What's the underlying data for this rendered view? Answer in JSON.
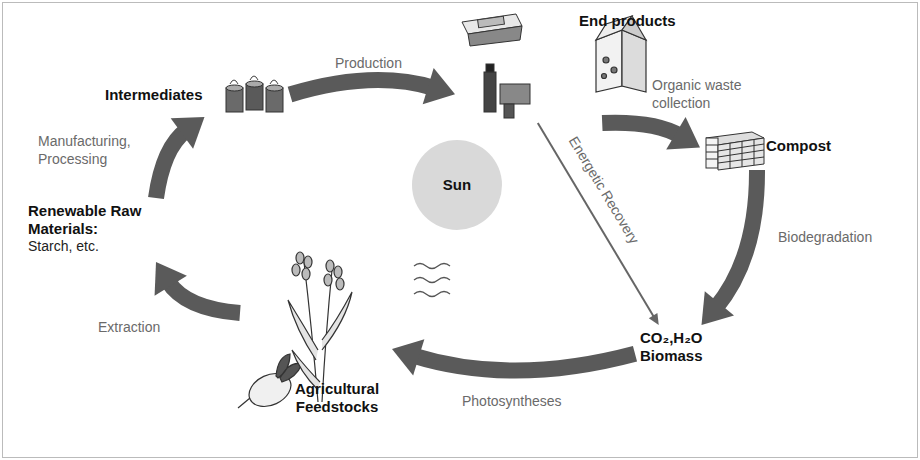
{
  "diagram": {
    "nodes": [
      {
        "text": [
          "Intermediates"
        ]
      },
      {
        "text": [
          "End products"
        ]
      },
      {
        "text": [
          "Compost"
        ]
      },
      {
        "text": [
          "CO₂,H₂O Biomass"
        ]
      },
      {
        "text": [
          "Agricultural Feedstocks"
        ]
      },
      {
        "text": [
          "Renewable Raw Materials:",
          "Starch, etc."
        ]
      },
      {
        "text": [
          "Sun"
        ]
      }
    ],
    "edges": [
      {
        "from": 0,
        "to": 1,
        "label": "Production",
        "arrow": "to"
      },
      {
        "from": 1,
        "to": 2,
        "label": "Organic waste collection",
        "arrow": "to"
      },
      {
        "from": 2,
        "to": 3,
        "label": "Biodegradation",
        "arrow": "to"
      },
      {
        "from": 1,
        "to": 3,
        "label": "Energetic Recovery",
        "arrow": "to"
      },
      {
        "from": 3,
        "to": 4,
        "label": "Photosyntheses",
        "arrow": "to"
      },
      {
        "from": 4,
        "to": 5,
        "label": "Extraction",
        "arrow": "to"
      },
      {
        "from": 5,
        "to": 0,
        "label": "Manufacturing, Processing",
        "arrow": "to"
      }
    ]
  }
}
